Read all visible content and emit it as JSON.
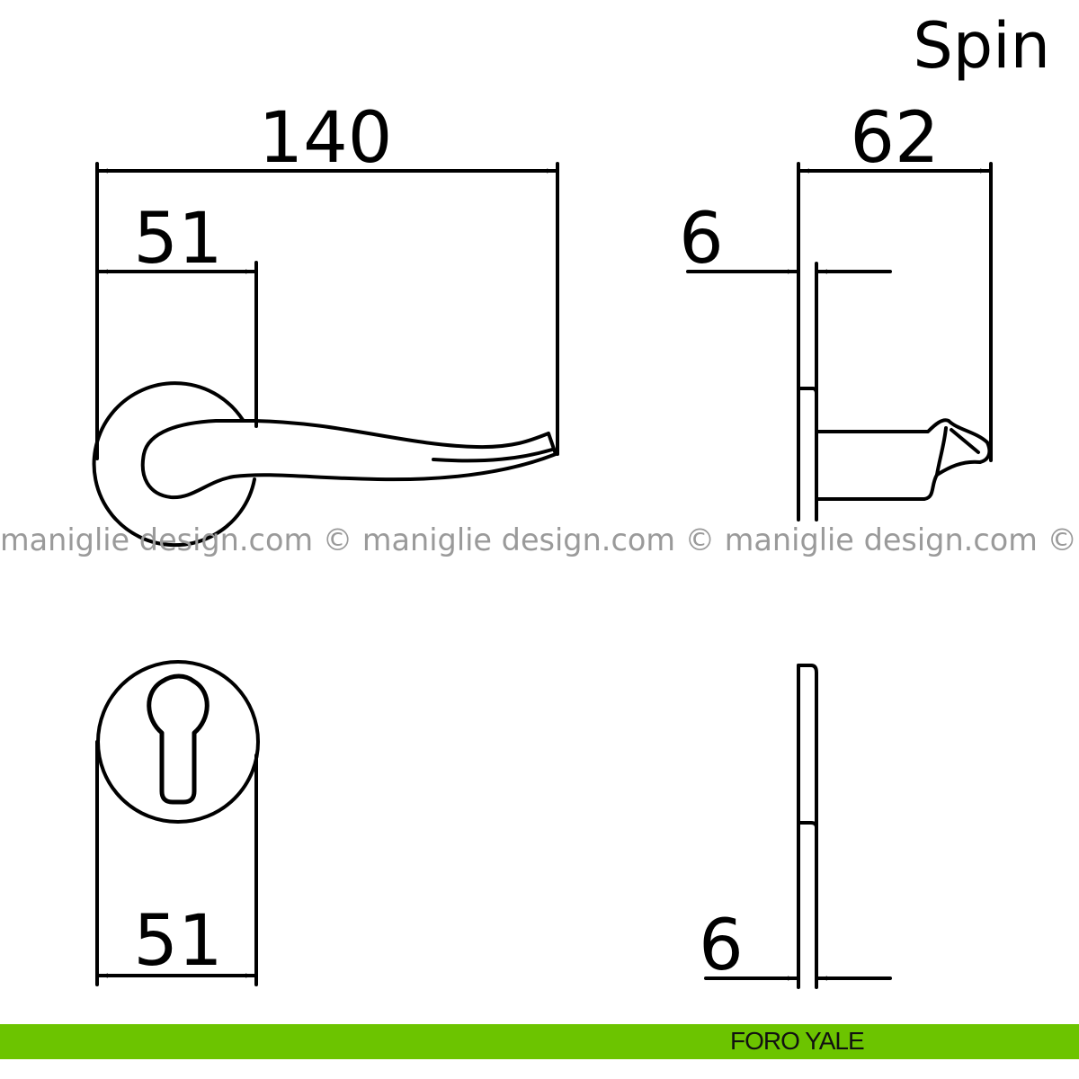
{
  "title": "Spin",
  "dimensions": {
    "lever_length": "140",
    "rose_to_axis": "51",
    "projection": "62",
    "rose_thickness_top": "6",
    "escutcheon_diameter": "51",
    "escutcheon_thickness": "6"
  },
  "watermark": "maniglie design.com © maniglie design.com © maniglie design.com ©",
  "footer": {
    "label": "FORO YALE",
    "color": "#6cc400"
  }
}
